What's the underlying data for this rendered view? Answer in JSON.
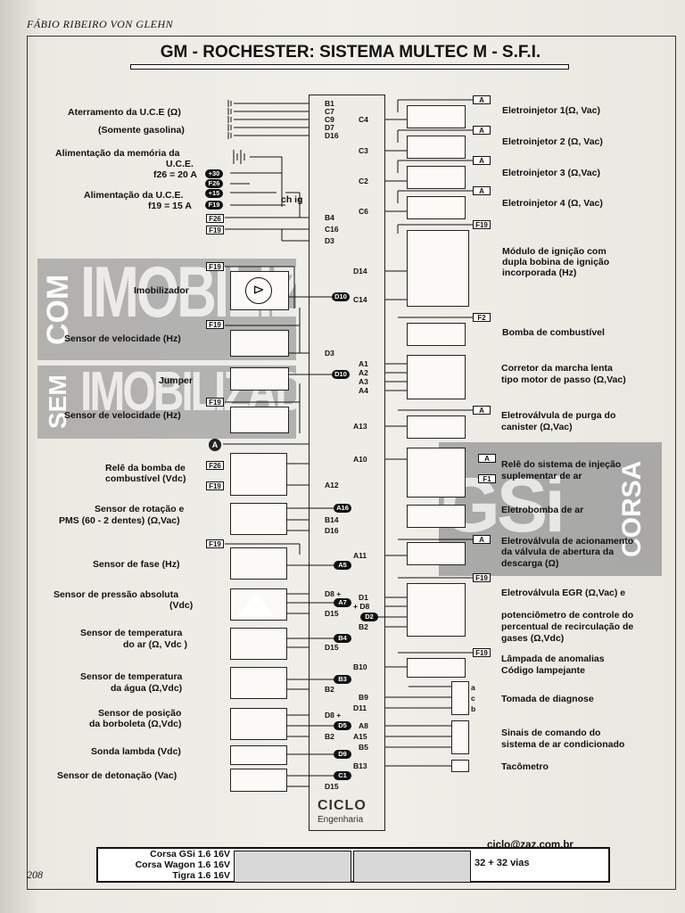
{
  "header": {
    "author": "FÁBIO RIBEIRO VON GLEHN",
    "title": "GM - ROCHESTER: SISTEMA MULTEC M - S.F.I.",
    "page_number": "208"
  },
  "left_labels": {
    "ground": "Aterramento da U.C.E (Ω)",
    "gasoline": "(Somente gasolina)",
    "memory_power_1": "Alimentação da memória da",
    "memory_power_2": "U.C.E.",
    "memory_fuse": "f26 = 20 A",
    "ucd_power": "Alimentação da U.C.E.",
    "ucd_fuse": "f19 = 15 A",
    "chave": "ch ig",
    "immobilizer": "Imobilizador",
    "speed_sensor_1": "Sensor de velocidade (Hz)",
    "jumper": "Jumper",
    "speed_sensor_2": "Sensor de velocidade (Hz)",
    "pump_relay_1": "Relê da bomba de",
    "pump_relay_2": "combustível (Vdc)",
    "rpm_sensor_1": "Sensor de rotação e",
    "rpm_sensor_2": "PMS (60 - 2 dentes) (Ω,Vac)",
    "phase_sensor": "Sensor de fase  (Hz)",
    "map_sensor_1": "Sensor de pressão absoluta",
    "map_sensor_2": "(Vdc)",
    "air_temp_1": "Sensor de temperatura",
    "air_temp_2": "do ar (Ω, Vdc )",
    "water_temp_1": "Sensor de temperatura",
    "water_temp_2": "da água  (Ω,Vdc)",
    "tps_1": "Sensor de posição",
    "tps_2": "da borboleta (Ω,Vdc)",
    "lambda": "Sonda lambda (Vdc)",
    "knock": "Sensor de detonação (Vac)"
  },
  "right_labels": {
    "inj1": "Eletroinjetor 1(Ω, Vac)",
    "inj2": "Eletroinjetor 2 (Ω, Vac)",
    "inj3": "Eletroinjetor 3 (Ω,Vac)",
    "inj4": "Eletroinjetor 4 (Ω, Vac)",
    "ign_1": "Módulo de ignição com",
    "ign_2": "dupla bobina de ignição",
    "ign_3": "incorporada (Hz)",
    "fuel_pump": "Bomba de combustível",
    "idle_1": "Corretor da marcha lenta",
    "idle_2": "tipo motor de passo (Ω,Vac)",
    "purge_1": "Eletroválvula de purga do",
    "purge_2": "canister (Ω,Vac)",
    "air_relay_1": "Relê do sistema de injeção",
    "air_relay_2": "suplementar de ar",
    "air_pump": "Eletrobomba de ar",
    "valve_1": "Eletroválvula de acionamento",
    "valve_2": "da válvula de abertura da",
    "valve_3": "descarga (Ω)",
    "egr_1": "Eletroválvula EGR (Ω,Vac) e",
    "egr_2": "potenciômetro de controle do",
    "egr_3": "percentual de recirculação de",
    "egr_4": "gases (Ω,Vdc)",
    "lamp_1": "Lâmpada de anomalias",
    "lamp_2": "Código lampejante",
    "diag": "Tomada de diagnose",
    "ac_1": "Sinais de comando do",
    "ac_2": "sistema de ar condicionado",
    "tacho": "Tacômetro"
  },
  "ecu_pins_left": [
    "B1",
    "C7",
    "C9",
    "D7",
    "D16",
    "B4",
    "C16",
    "D3",
    "D3",
    "A12",
    "B14",
    "D16",
    "D8 +",
    "D15",
    "D15",
    "B2",
    "D8 +",
    "B2",
    "D15"
  ],
  "ecu_pins_right": [
    "C4",
    "C3",
    "C2",
    "C6",
    "D14",
    "C14",
    "A1",
    "A2",
    "A3",
    "A4",
    "A13",
    "A10",
    "A11",
    "D1",
    "+ D8",
    "B2",
    "B10",
    "B9",
    "D11",
    "A8",
    "A15",
    "B5",
    "B13"
  ],
  "fuse_tags": {
    "f19": "F19",
    "f26": "F26",
    "f2": "F2",
    "f1": "F1",
    "a": "A"
  },
  "power_tags": {
    "p30": "+30",
    "p15": "+15"
  },
  "ovals": {
    "d10": "D10",
    "a16": "A16",
    "a5": "A5",
    "a7": "A7",
    "d2": "D2",
    "b4": "B4",
    "b3": "B3",
    "d5": "D5",
    "d9": "D9",
    "c1": "C1"
  },
  "diag_pins": [
    "a",
    "c",
    "b"
  ],
  "watermarks": {
    "com": "COM",
    "sem": "SEM",
    "imob": "IMOBILIZADOR",
    "gsi": "GSi",
    "corsa": "CORSA"
  },
  "ecu_brand": {
    "name": "CICLO",
    "sub": "Engenharia"
  },
  "footer": {
    "email": "ciclo@zaz.com.br",
    "models": [
      "Corsa GSi 1.6  16V",
      "Corsa Wagon 1.6  16V",
      "Tigra 1.6  16V"
    ],
    "connector": "32 + 32 vias"
  }
}
